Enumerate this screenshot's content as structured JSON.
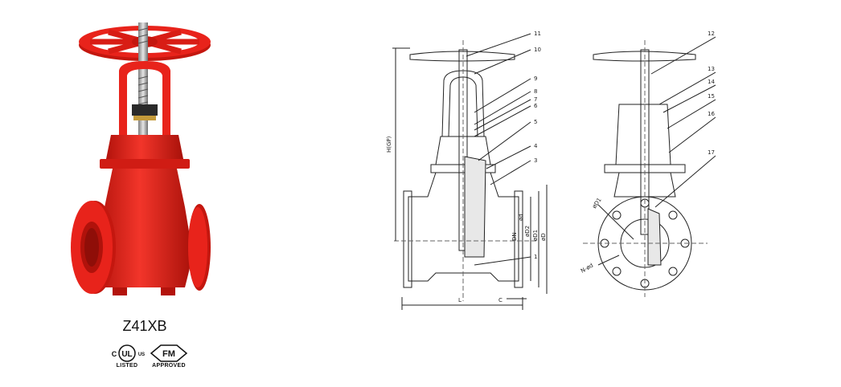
{
  "product": {
    "model": "Z41XB",
    "color": "#e8231b"
  },
  "certifications": {
    "ul": {
      "mark": "UL",
      "left": "C",
      "right": "US",
      "label": "LISTED"
    },
    "fm": {
      "mark": "FM",
      "label": "APPROVED"
    }
  },
  "drawing": {
    "part_numbers": [
      "11",
      "10",
      "9",
      "8",
      "7",
      "6",
      "5",
      "4",
      "3",
      "1",
      "12",
      "13",
      "14",
      "15",
      "16",
      "17"
    ],
    "dimensions": {
      "height": "H(GP)",
      "length": "L",
      "thickness": "C",
      "flange_od": "øD",
      "bolt_circle": "øD1",
      "raised_face": "øD2",
      "bore": "DN",
      "pitch": "ød",
      "holes": "N-ød"
    }
  }
}
